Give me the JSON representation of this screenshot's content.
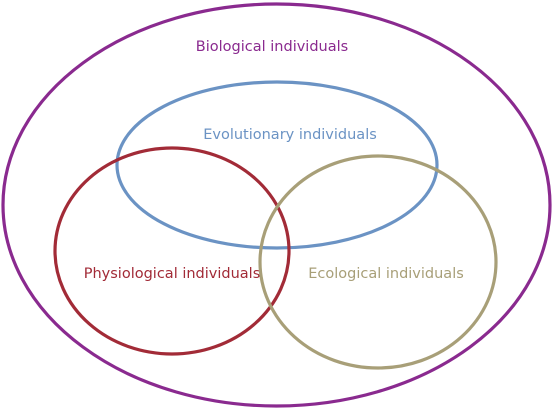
{
  "diagram": {
    "outer": {
      "label": "Biological individuals",
      "color": "#8a2a8f"
    },
    "sets": [
      {
        "id": "evolutionary",
        "label": "Evolutionary individuals",
        "color": "#6b93c4"
      },
      {
        "id": "physiological",
        "label": "Physiological individuals",
        "color": "#a22b37"
      },
      {
        "id": "ecological",
        "label": "Ecological individuals",
        "color": "#a89f78"
      }
    ]
  }
}
